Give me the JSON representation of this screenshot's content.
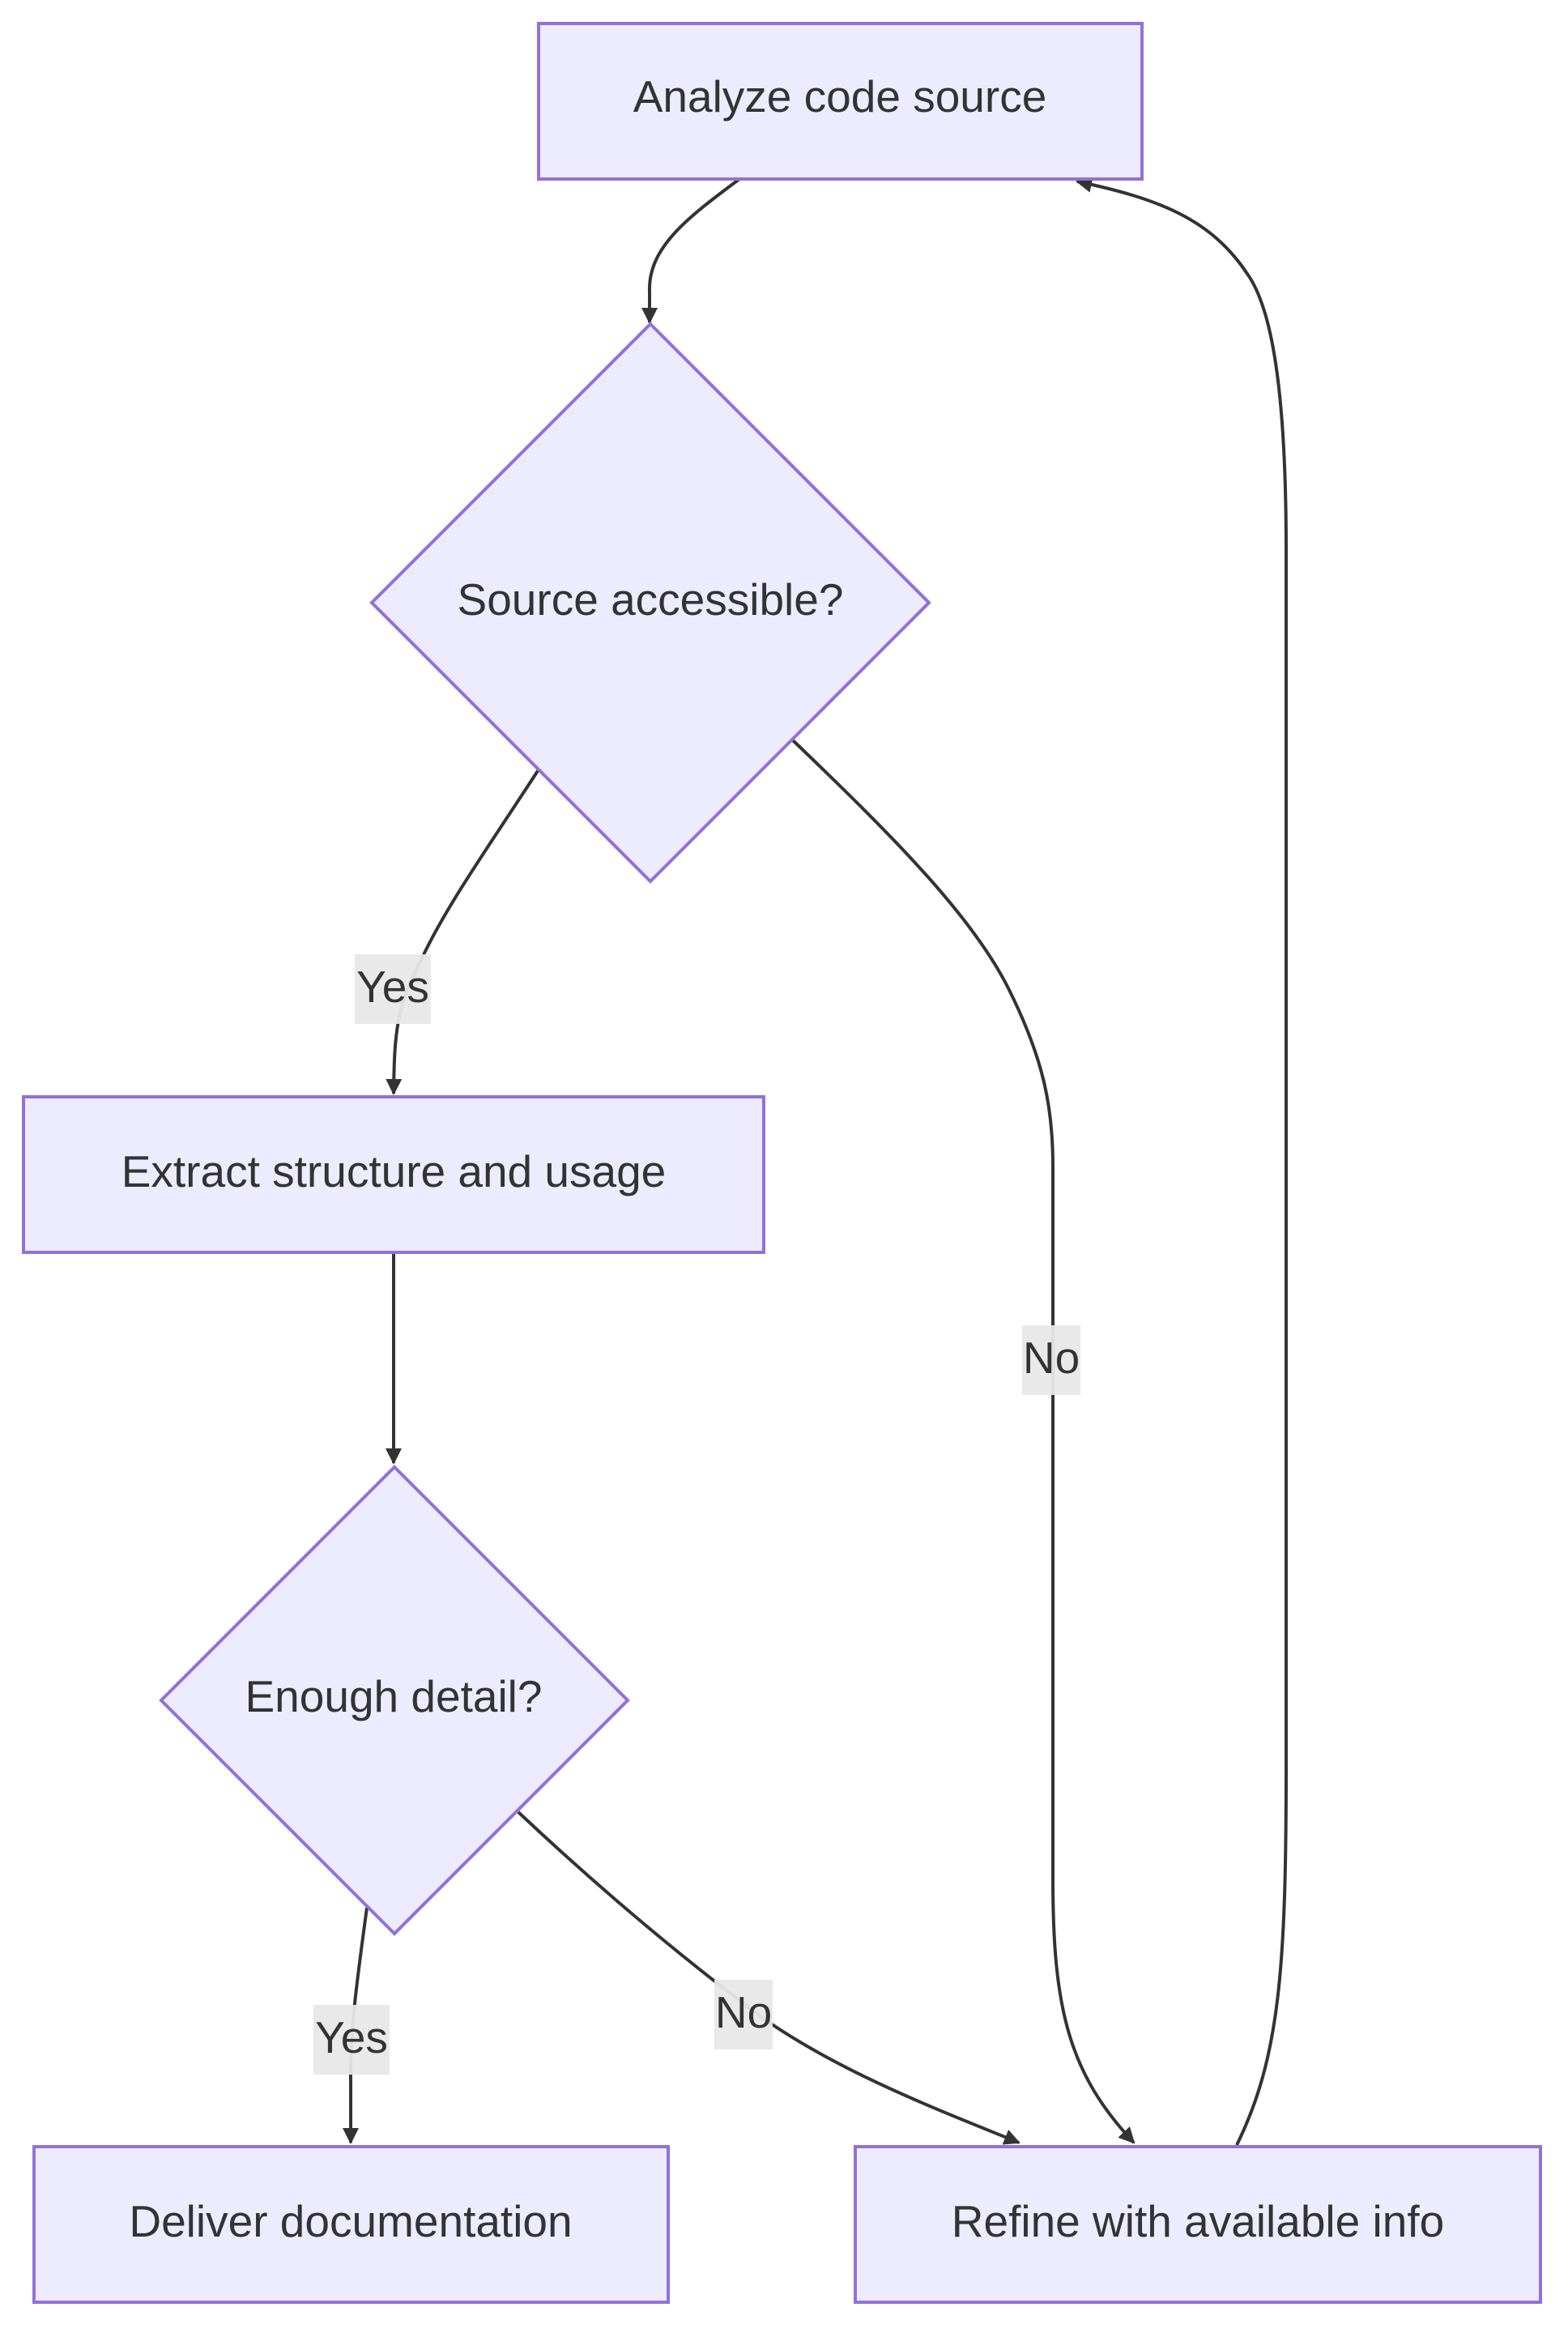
{
  "nodes": {
    "analyze": {
      "label": "Analyze code source"
    },
    "source_accessible": {
      "label": "Source accessible?"
    },
    "extract": {
      "label": "Extract structure and usage"
    },
    "enough_detail": {
      "label": "Enough detail?"
    },
    "deliver": {
      "label": "Deliver documentation"
    },
    "refine": {
      "label": "Refine with available info"
    }
  },
  "edges": {
    "source_yes": {
      "label": "Yes"
    },
    "source_no": {
      "label": "No"
    },
    "detail_yes": {
      "label": "Yes"
    },
    "detail_no": {
      "label": "No"
    }
  },
  "colors": {
    "node_fill": "#ececfe",
    "node_stroke": "#9370db",
    "edge": "#333333",
    "label_bg": "#e8e8e8"
  }
}
